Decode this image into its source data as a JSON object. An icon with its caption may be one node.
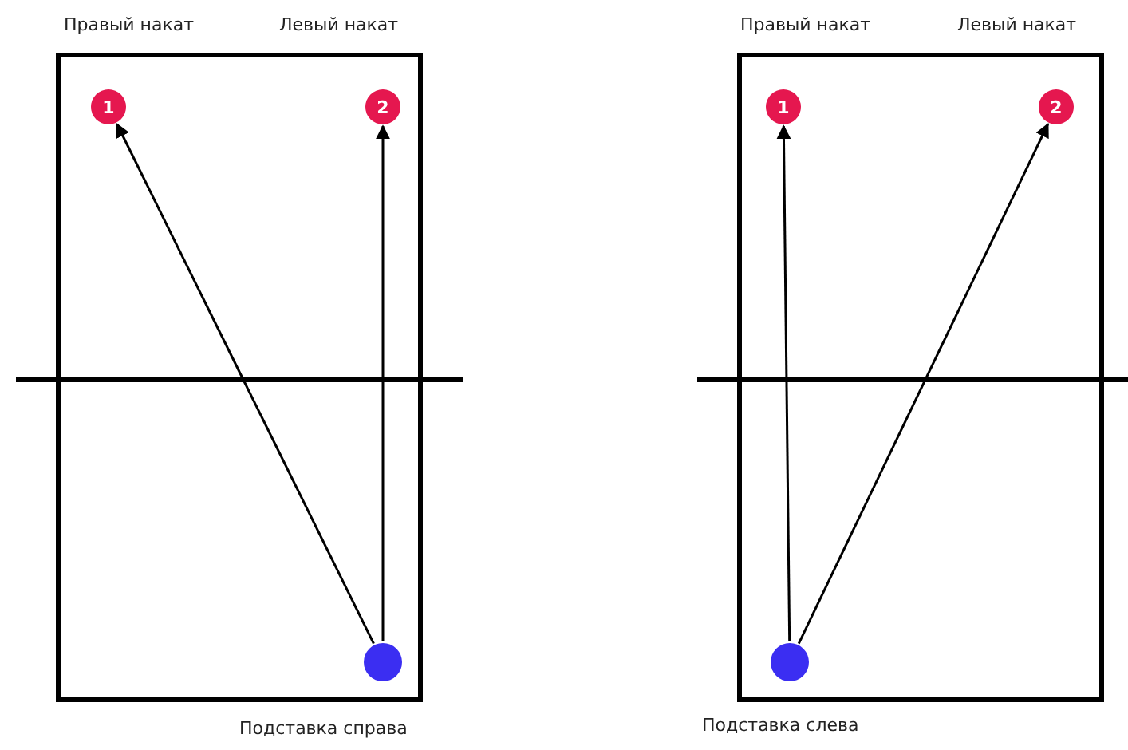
{
  "diagram": {
    "nodes": [
      {
        "text": [],
        "shape": "box"
      },
      {
        "text": [
          "1"
        ],
        "in": 0
      },
      {
        "text": [
          "2"
        ],
        "in": 0
      },
      {
        "text": [],
        "shape": "circle",
        "in": 0
      },
      {
        "text": [],
        "shape": "box"
      },
      {
        "text": [
          "1"
        ],
        "in": 4
      },
      {
        "text": [
          "2"
        ],
        "in": 4
      },
      {
        "text": [],
        "shape": "circle",
        "in": 4
      }
    ],
    "edges": [
      {
        "from": 3,
        "to": 1,
        "arrow": "to"
      },
      {
        "from": 3,
        "to": 2,
        "arrow": "to"
      },
      {
        "from": 7,
        "to": 5,
        "arrow": "to"
      },
      {
        "from": 7,
        "to": 6,
        "arrow": "to"
      }
    ],
    "labels": [
      "Правый накат",
      "Левый накат",
      "Подставка справа",
      "Правый накат",
      "Левый накат",
      "Подставка слева"
    ]
  }
}
